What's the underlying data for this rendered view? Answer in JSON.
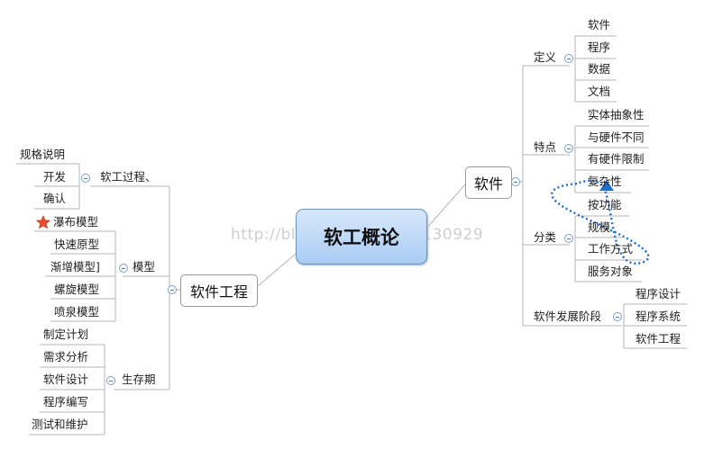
{
  "central": "软工概论",
  "watermark": "http://blog.csdn.net/ww130929",
  "right": {
    "root": "软件",
    "definition": {
      "label": "定义",
      "items": [
        "软件",
        "程序",
        "数据",
        "文档"
      ]
    },
    "traits": {
      "label": "特点",
      "items": [
        "实体抽象性",
        "与硬件不同",
        "有硬件限制",
        "复杂性"
      ]
    },
    "classes": {
      "label": "分类",
      "items": [
        "按功能",
        "规模",
        "工作方式",
        "服务对象"
      ]
    },
    "stages": {
      "label": "软件发展阶段",
      "items": [
        "程序设计",
        "程序系统",
        "软件工程"
      ]
    }
  },
  "left": {
    "root": "软件工程",
    "process": {
      "label": "软工过程、",
      "items": [
        "规格说明",
        "开发",
        "确认"
      ]
    },
    "models": {
      "label": "模型",
      "items": [
        "瀑布模型",
        "快速原型",
        "渐增模型]",
        "螺旋模型",
        "喷泉模型"
      ]
    },
    "lifecycle": {
      "label": "生存期",
      "items": [
        "制定计划",
        "需求分析",
        "软件设计",
        "程序编写",
        "测试和维护"
      ]
    }
  },
  "colors": {
    "line": "#b5b5b5",
    "toggle": "#7aa0cc",
    "annotation": "#1f6fd0",
    "star": "#e84c2b"
  },
  "icons": [
    "collapse-toggle-icon",
    "star-icon"
  ]
}
